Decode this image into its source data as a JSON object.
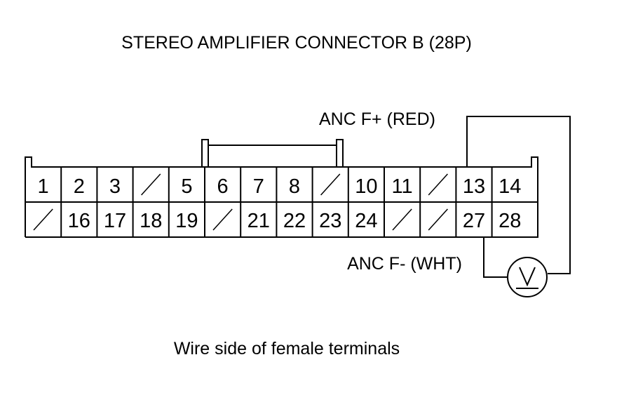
{
  "title": "STEREO AMPLIFIER CONNECTOR B (28P)",
  "connector": {
    "row1": [
      "1",
      "2",
      "3",
      "",
      "5",
      "6",
      "7",
      "8",
      "",
      "10",
      "11",
      "",
      "13",
      "14"
    ],
    "row2": [
      "",
      "16",
      "17",
      "18",
      "19",
      "",
      "21",
      "22",
      "23",
      "24",
      "",
      "",
      "27",
      "28"
    ]
  },
  "wires": {
    "positive_label": "ANC F+ (RED)",
    "negative_label": "ANC F- (WHT)"
  },
  "meter": {
    "icon": "voltmeter-icon",
    "symbol": "V"
  },
  "caption": "Wire side of female terminals",
  "colors": {
    "line": "#000000",
    "background": "#ffffff"
  }
}
